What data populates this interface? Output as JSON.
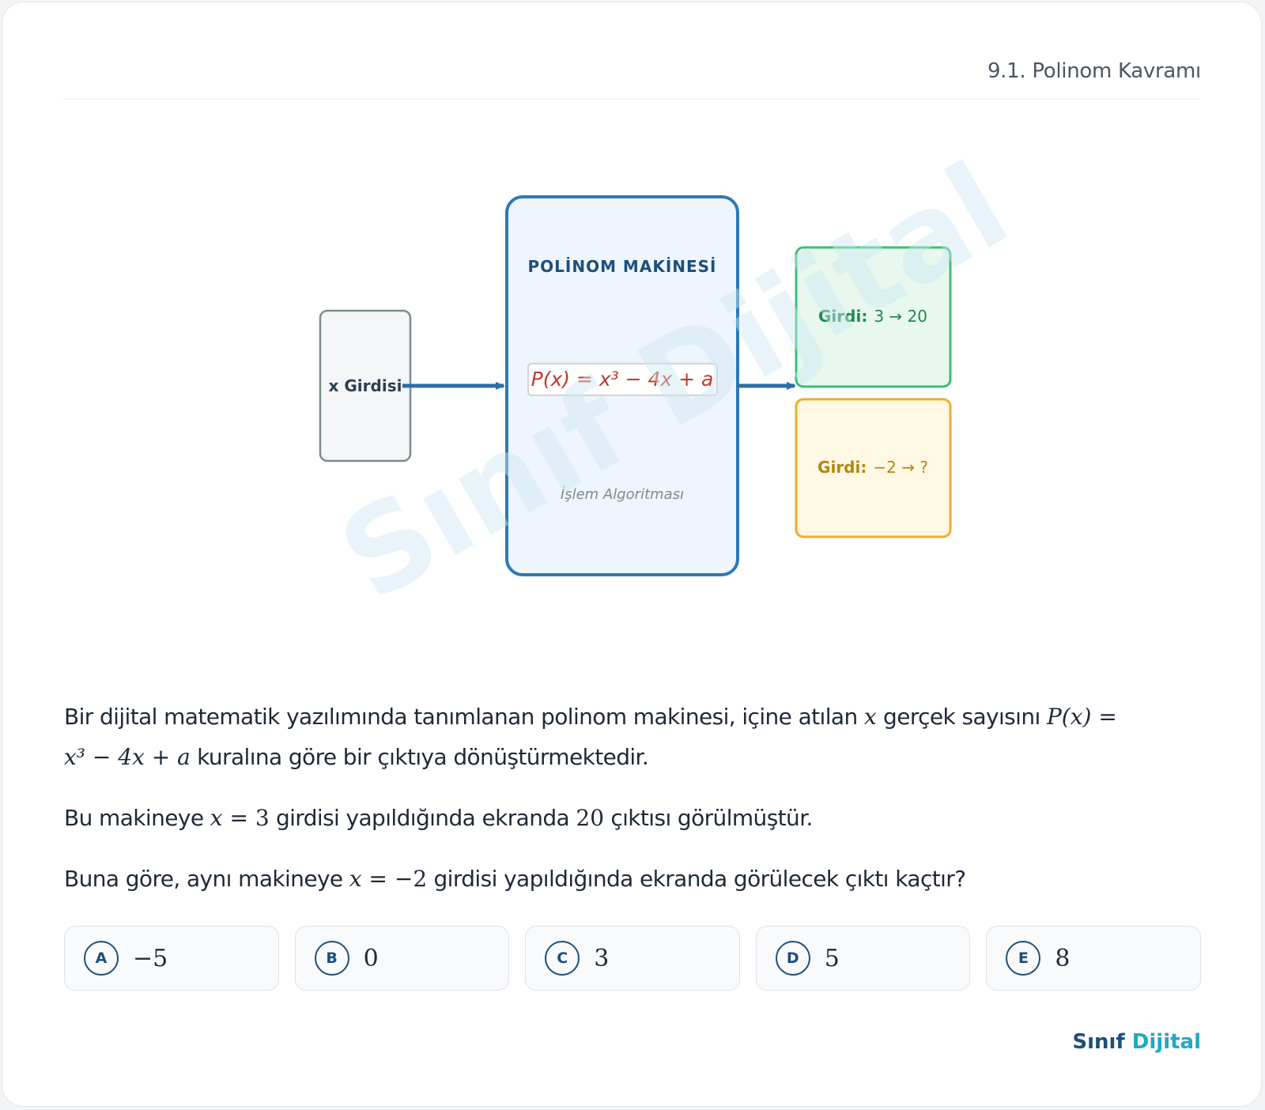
{
  "header": {
    "topic": "9.1. Polinom Kavramı"
  },
  "diagram": {
    "input_label": "x Girdisi",
    "machine_title": "POLİNOM MAKİNESİ",
    "formula": "P(x) = x³ − 4x + a",
    "algorithm_label": "İşlem Algoritması",
    "output1": {
      "label": "Girdi:",
      "value": "3 → 20"
    },
    "output2": {
      "label": "Girdi:",
      "value": "−2 → ?"
    },
    "watermark": "Sınıf Dijital",
    "colors": {
      "machine_border": "#2d7ab5",
      "machine_fill": "#eef5fc",
      "machine_title": "#1d4f7a",
      "formula": "#c0392b",
      "output1_border": "#3cbf73",
      "output1_fill": "#e8f8ef",
      "output1_text": "#1e8a4c",
      "output2_border": "#f0ad2e",
      "output2_fill": "#fff8e5",
      "output2_text": "#b8860b",
      "input_border": "#7f8c8d",
      "input_fill": "#f4f6f7"
    }
  },
  "question": {
    "p1_a": "Bir dijital matematik yazılımında tanımlanan polinom makinesi, içine atılan ",
    "p1_x": "x",
    "p1_b": " gerçek sayısını ",
    "p1_f1": "P(x) =",
    "p1_f2": "x³ − 4x + a",
    "p1_c": " kuralına göre bir çıktıya dönüştürmektedir.",
    "p2_a": "Bu makineye ",
    "p2_x": "x",
    "p2_eq": " = 3",
    "p2_b": " girdisi yapıldığında ekranda ",
    "p2_n": "20",
    "p2_c": " çıktısı görülmüştür.",
    "p3_a": "Buna göre, aynı makineye ",
    "p3_x": "x",
    "p3_eq": " = −2",
    "p3_b": " girdisi yapıldığında ekranda görülecek çıktı kaçtır?"
  },
  "options": [
    {
      "letter": "A",
      "value": "−5"
    },
    {
      "letter": "B",
      "value": "0"
    },
    {
      "letter": "C",
      "value": "3"
    },
    {
      "letter": "D",
      "value": "5"
    },
    {
      "letter": "E",
      "value": "8"
    }
  ],
  "footer": {
    "brand_a": "Sınıf",
    "brand_b": "Dijital"
  }
}
